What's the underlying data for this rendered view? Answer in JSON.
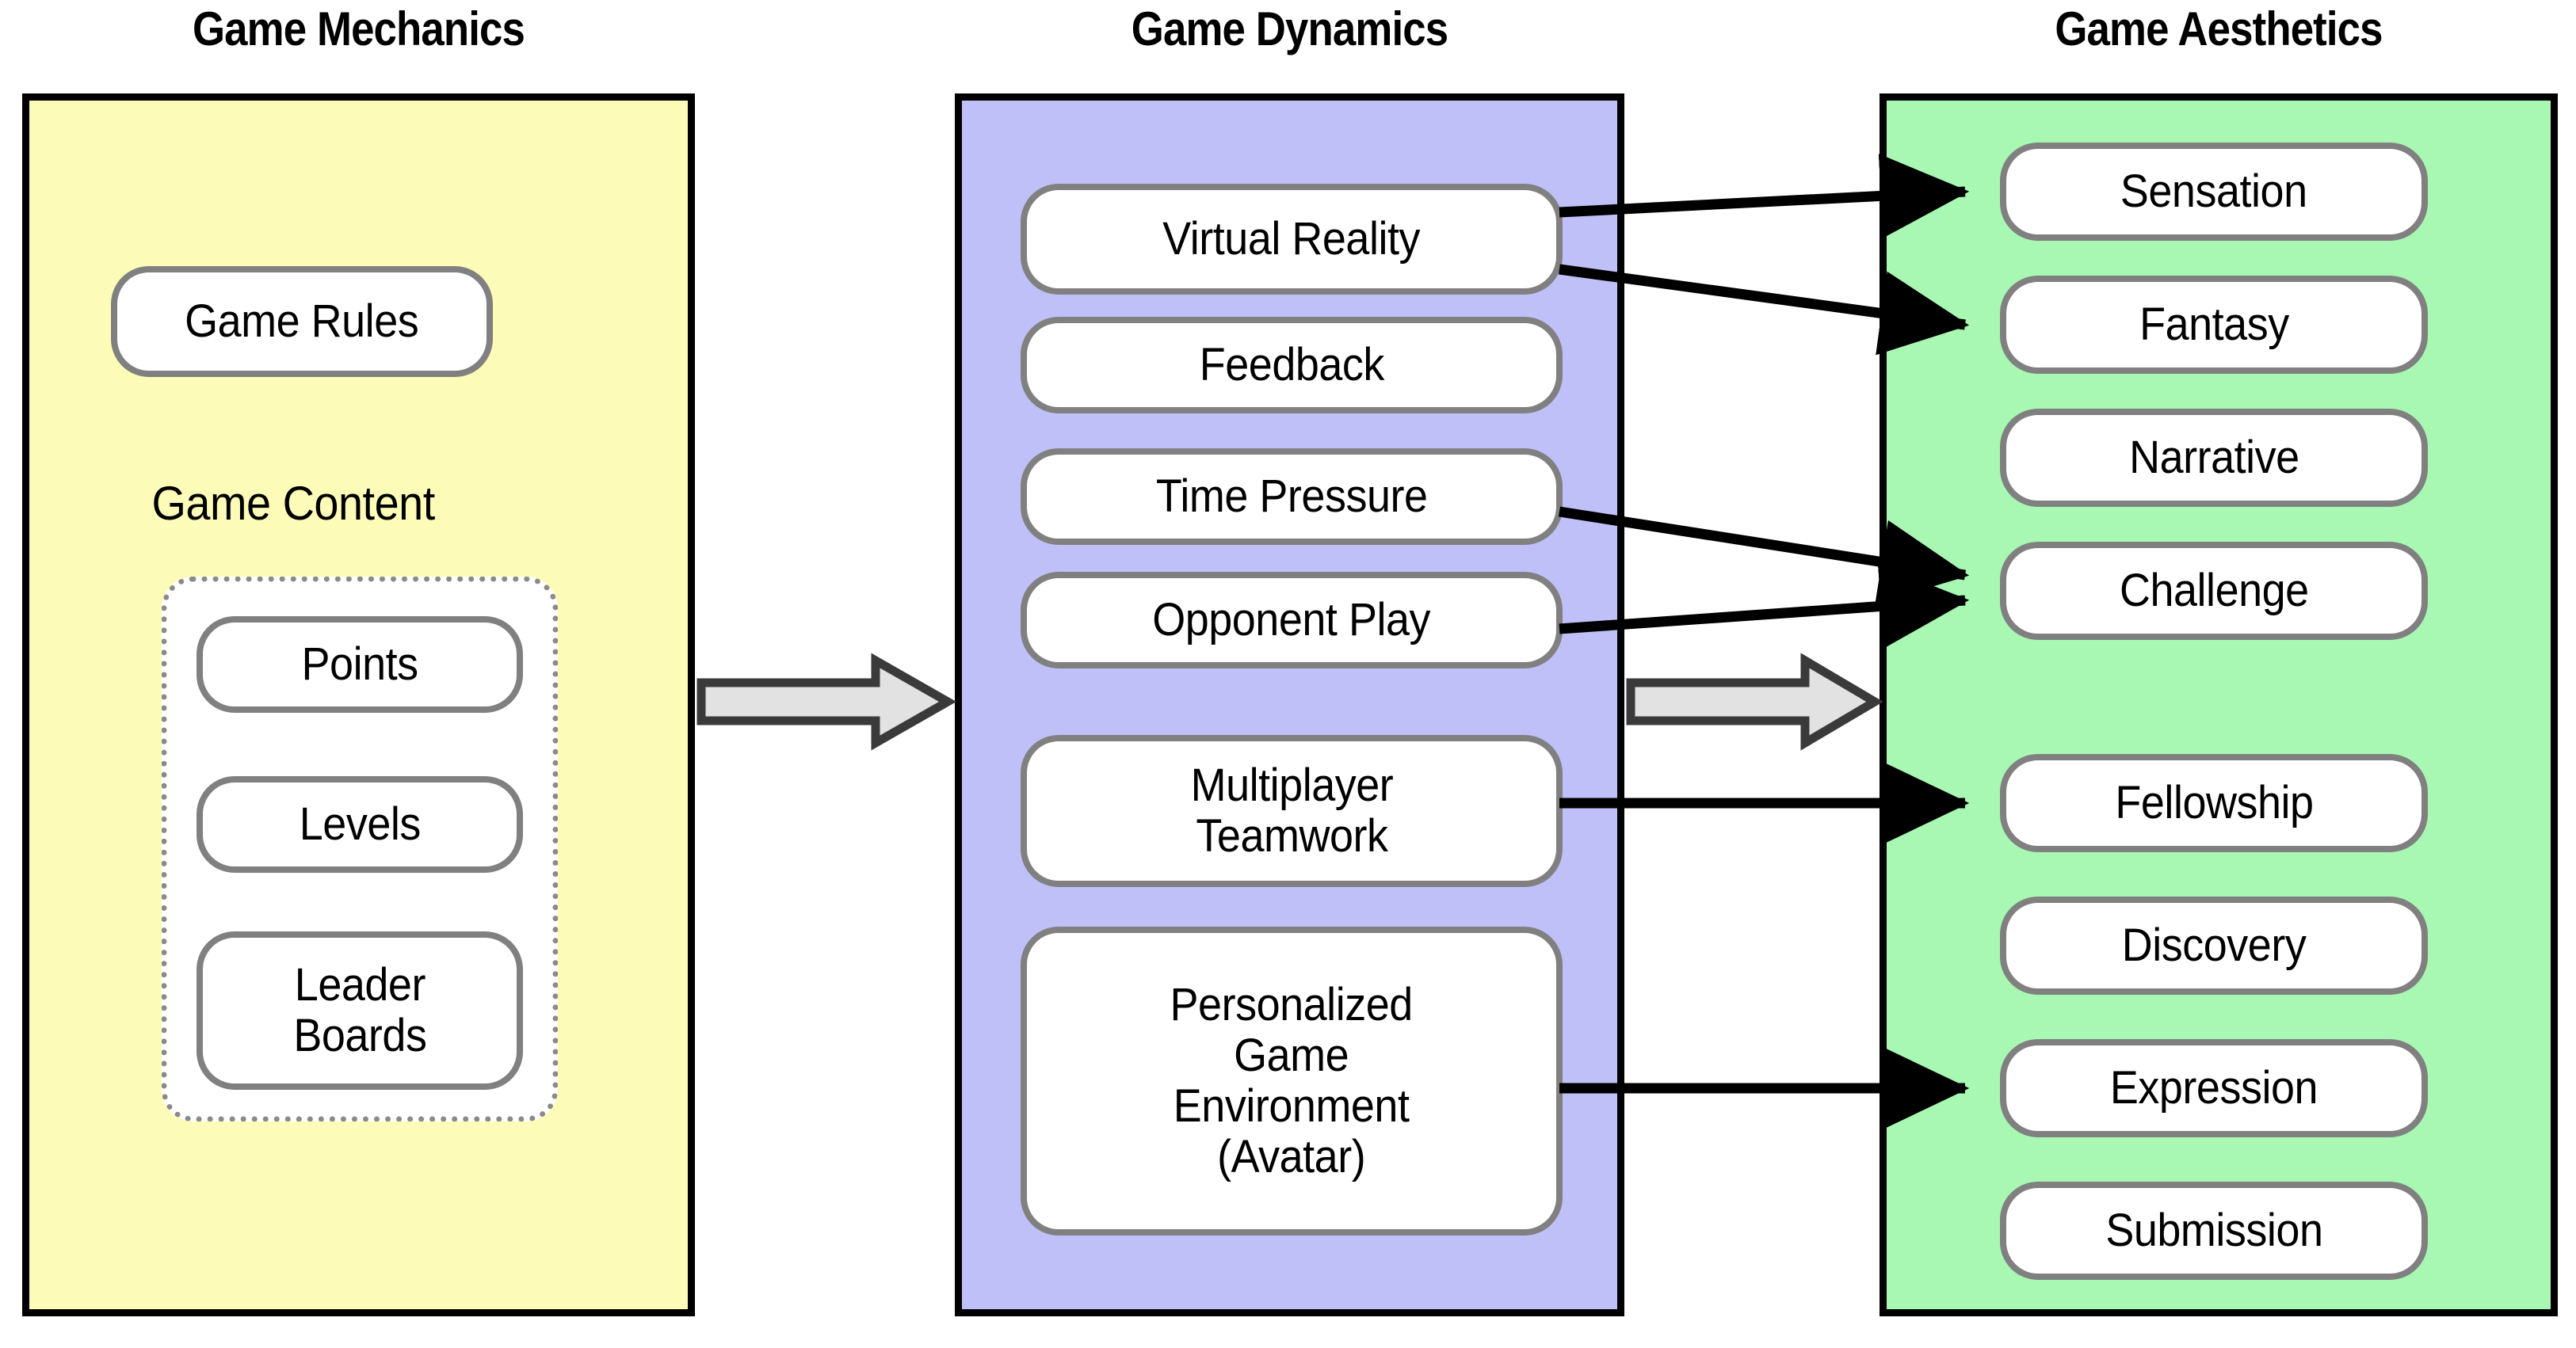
{
  "diagram": {
    "title_columns": [
      {
        "id": "mechanics",
        "label": "Game Mechanics"
      },
      {
        "id": "dynamics",
        "label": "Game Dynamics"
      },
      {
        "id": "aesthetics",
        "label": "Game Aesthetics"
      }
    ],
    "colors": {
      "mechanics_panel": "#fcfcb8",
      "dynamics_panel": "#c0c0f8",
      "aesthetics_panel": "#a8f8b4",
      "panel_border": "#000000",
      "node_fill": "#ffffff",
      "node_border": "#808080",
      "group_border": "#8a8a8a",
      "block_arrow_fill": "#e2e2e2",
      "block_arrow_stroke": "#3a3a3a",
      "connector": "#000000"
    },
    "mechanics": {
      "nodes": [
        {
          "id": "game-rules",
          "label": "Game Rules"
        }
      ],
      "group_label": "Game Content",
      "group_nodes": [
        {
          "id": "points",
          "label": "Points"
        },
        {
          "id": "levels",
          "label": "Levels"
        },
        {
          "id": "leader-boards",
          "label": "Leader\nBoards"
        }
      ]
    },
    "dynamics": {
      "nodes": [
        {
          "id": "virtual-reality",
          "label": "Virtual Reality"
        },
        {
          "id": "feedback",
          "label": "Feedback"
        },
        {
          "id": "time-pressure",
          "label": "Time Pressure"
        },
        {
          "id": "opponent-play",
          "label": "Opponent Play"
        },
        {
          "id": "multiplayer-teamwork",
          "label": "Multiplayer\nTeamwork"
        },
        {
          "id": "personalized-game-environment",
          "label": "Personalized\nGame\nEnvironment\n(Avatar)"
        }
      ]
    },
    "aesthetics": {
      "nodes": [
        {
          "id": "sensation",
          "label": "Sensation"
        },
        {
          "id": "fantasy",
          "label": "Fantasy"
        },
        {
          "id": "narrative",
          "label": "Narrative"
        },
        {
          "id": "challenge",
          "label": "Challenge"
        },
        {
          "id": "fellowship",
          "label": "Fellowship"
        },
        {
          "id": "discovery",
          "label": "Discovery"
        },
        {
          "id": "expression",
          "label": "Expression"
        },
        {
          "id": "submission",
          "label": "Submission"
        }
      ]
    },
    "flow_arrows": [
      {
        "id": "mechanics-to-dynamics",
        "from": "mechanics",
        "to": "dynamics",
        "style": "block-arrow-gray"
      },
      {
        "id": "dynamics-to-aesthetics",
        "from": "dynamics",
        "to": "aesthetics",
        "style": "block-arrow-gray"
      }
    ],
    "connections": [
      {
        "id": "vr-to-sensation",
        "from": "virtual-reality",
        "to": "sensation"
      },
      {
        "id": "vr-to-fantasy",
        "from": "virtual-reality",
        "to": "fantasy"
      },
      {
        "id": "tp-to-challenge",
        "from": "time-pressure",
        "to": "challenge"
      },
      {
        "id": "op-to-challenge",
        "from": "opponent-play",
        "to": "challenge"
      },
      {
        "id": "mt-to-fellowship",
        "from": "multiplayer-teamwork",
        "to": "fellowship"
      },
      {
        "id": "pge-to-expression",
        "from": "personalized-game-environment",
        "to": "expression"
      }
    ]
  }
}
